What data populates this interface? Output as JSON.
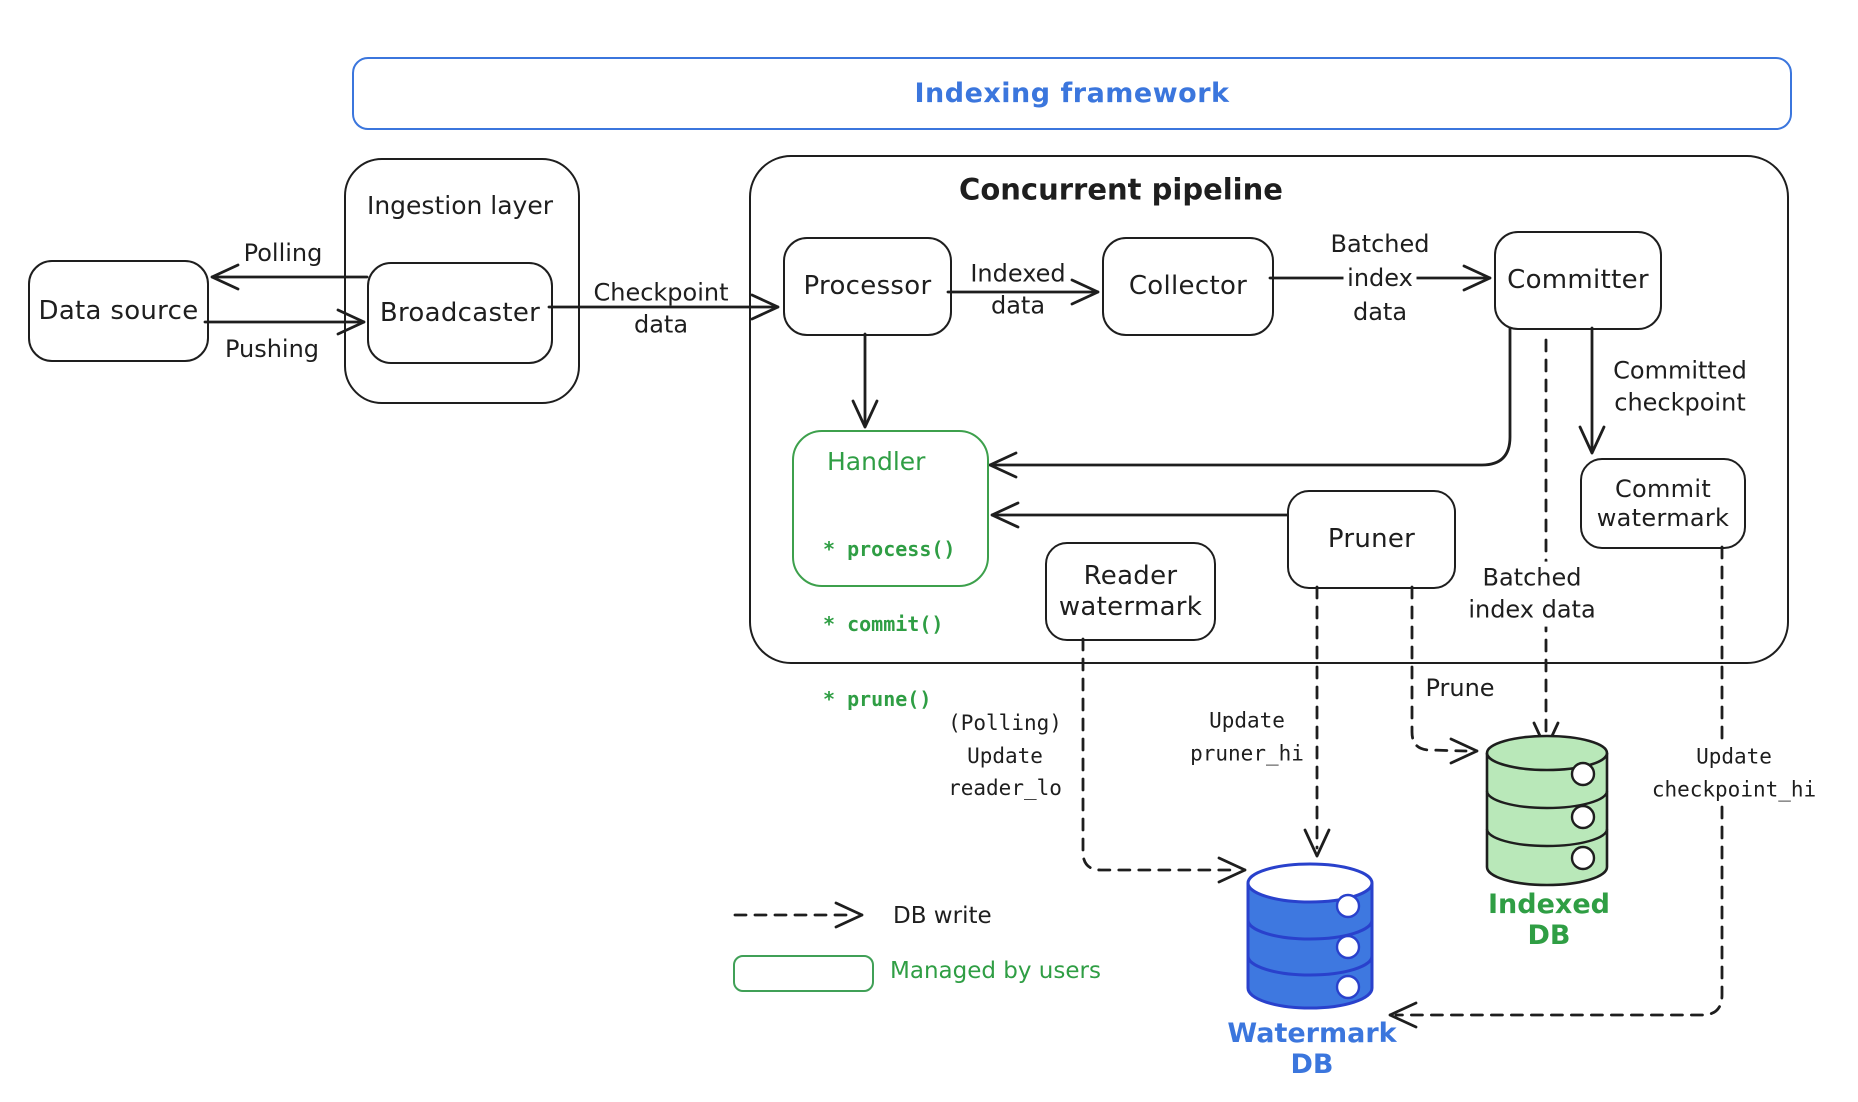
{
  "title_bar": {
    "label": "Indexing framework"
  },
  "nodes": {
    "data_source": "Data source",
    "ingestion_layer": "Ingestion layer",
    "broadcaster": "Broadcaster",
    "concurrent_pipeline": "Concurrent pipeline",
    "processor": "Processor",
    "collector": "Collector",
    "committer": "Committer",
    "handler": {
      "title": "Handler",
      "methods": [
        "* process()",
        "* commit()",
        "* prune()"
      ]
    },
    "reader_watermark": [
      "Reader",
      "watermark"
    ],
    "pruner": "Pruner",
    "commit_watermark": [
      "Commit",
      "watermark"
    ]
  },
  "edge_labels": {
    "polling": "Polling",
    "pushing": "Pushing",
    "checkpoint_data": [
      "Checkpoint",
      "data"
    ],
    "indexed_data": [
      "Indexed",
      "data"
    ],
    "batched_index_data": [
      "Batched",
      "index",
      "data"
    ],
    "committed_checkpoint": [
      "Committed",
      "checkpoint"
    ],
    "batched_index_data_db": [
      "Batched",
      "index data"
    ],
    "prune": "Prune",
    "update_reader_lo": [
      "(Polling)",
      "Update",
      "reader_lo"
    ],
    "update_pruner_hi": [
      "Update",
      "pruner_hi"
    ],
    "update_checkpoint_hi": [
      "Update",
      "checkpoint_hi"
    ]
  },
  "databases": {
    "watermark_db": {
      "label_line1": "Watermark",
      "label_line2": "DB",
      "fill": "#3e78e0"
    },
    "indexed_db": {
      "label_line1": "Indexed",
      "label_line2": "DB",
      "fill": "#b9e8b9"
    }
  },
  "legend": {
    "db_write": "DB write",
    "managed_by_users": "Managed by users"
  },
  "colors": {
    "accent_blue": "#3b76dd",
    "accent_green": "#2f9e44",
    "ink": "#1e1e1e",
    "watermark_db_fill": "#3e78e0",
    "indexed_db_fill": "#b9e8b9"
  }
}
